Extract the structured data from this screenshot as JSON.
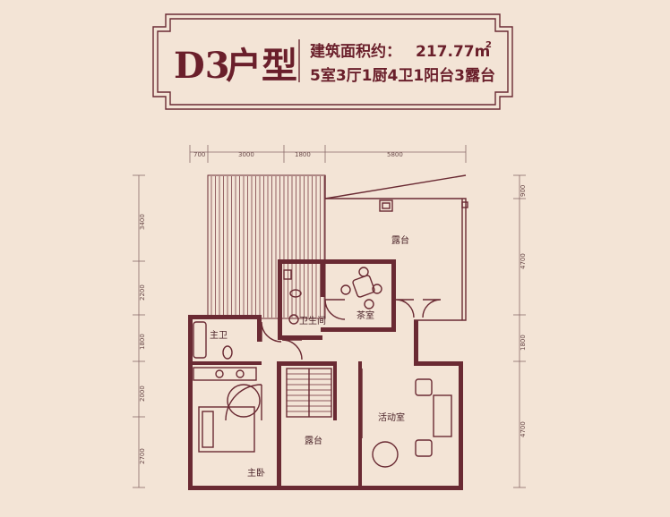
{
  "header": {
    "unit_code": "D3",
    "unit_suffix": "户型",
    "area_label": "建筑面积约：",
    "area_value": "217.77m",
    "area_sup": "2",
    "layout": "5室3厅1厨4卫1阳台3露台"
  },
  "dimensions": {
    "top": [
      "700",
      "3000",
      "1800",
      "5800"
    ],
    "left": [
      "3400",
      "2200",
      "1800",
      "2000",
      "2700"
    ],
    "right": [
      "900",
      "4700",
      "1800",
      "4700"
    ]
  },
  "rooms": {
    "terrace_top": "露台",
    "tea_room": "茶室",
    "bathroom": "卫生间",
    "master_bath": "主卫",
    "activity_room": "活动室",
    "terrace_mid": "露台",
    "master_bedroom": "主卧"
  },
  "colors": {
    "background": "#f3e4d6",
    "brand": "#6a1f2b",
    "wall": "#6a2a33"
  }
}
